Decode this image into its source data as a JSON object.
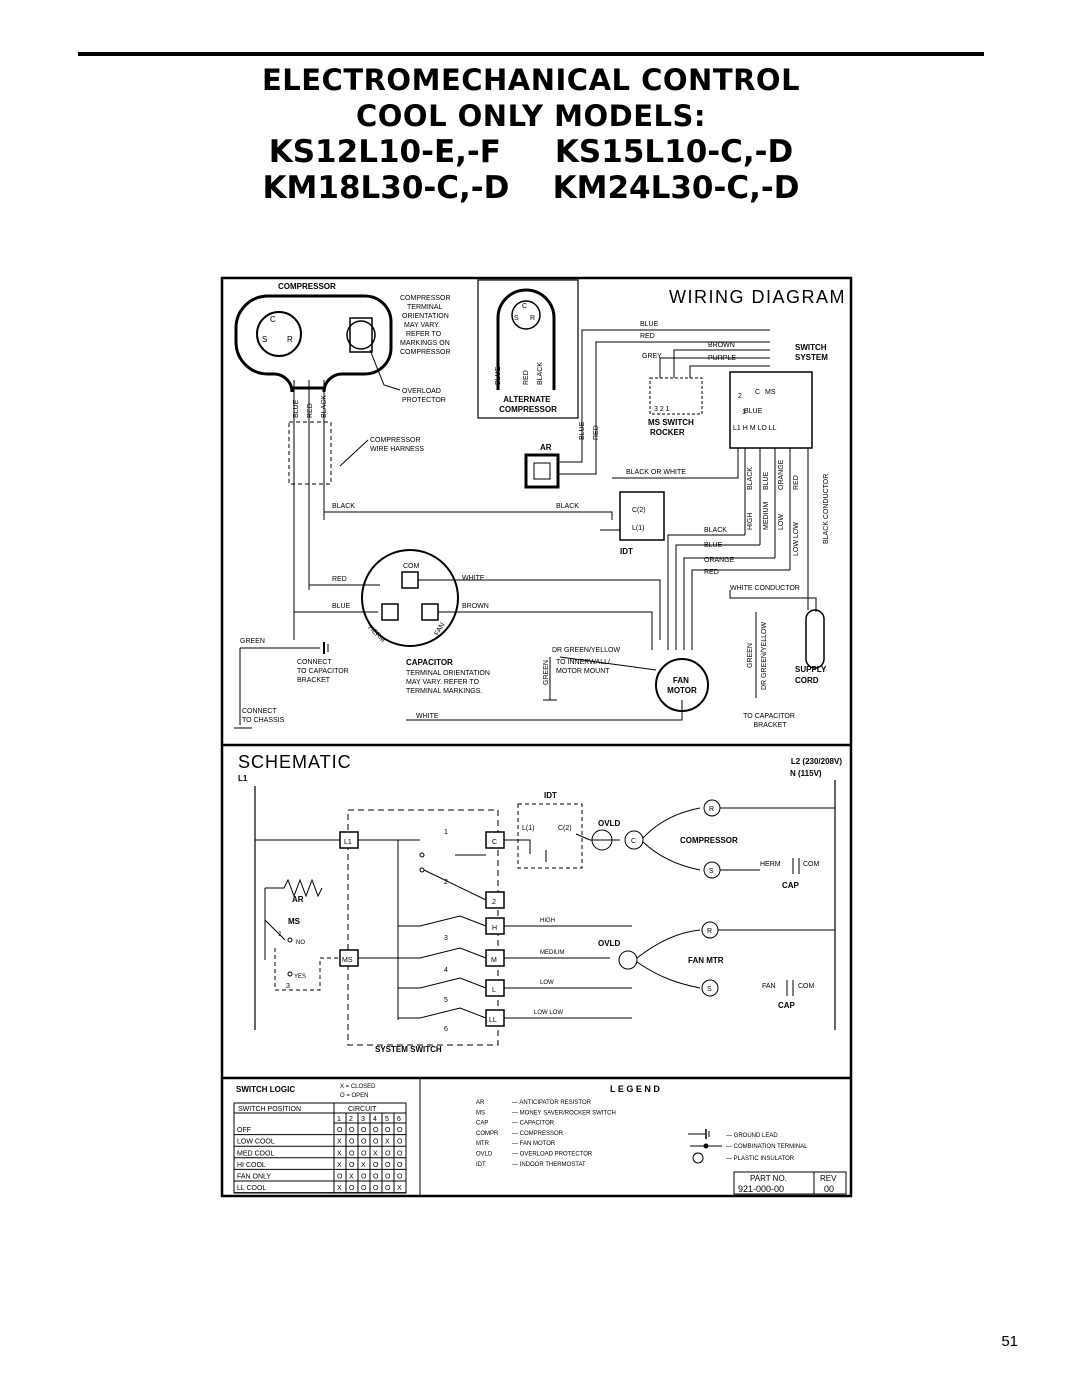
{
  "header": {
    "line1": "ELECTROMECHANICAL CONTROL",
    "line2": "COOL ONLY MODELS:",
    "line3": "KS12L10-E,-F     KS15L10-C,-D",
    "line4": "KM18L30-C,-D    KM24L30-C,-D"
  },
  "wiring": {
    "title": "WIRING DIAGRAM",
    "compressor": "COMPRESSOR",
    "comp_note": [
      "COMPRESSOR",
      "TERMINAL",
      "ORIENTATION",
      "MAY VARY.",
      "REFER TO",
      "MARKINGS ON",
      "COMPRESSOR"
    ],
    "overload": [
      "OVERLOAD",
      "PROTECTOR"
    ],
    "harness": [
      "COMPRESSOR",
      "WIRE HARNESS"
    ],
    "alt": [
      "ALTERNATE",
      "COMPRESSOR"
    ],
    "ar": "AR",
    "ms_switch": [
      "MS SWITCH",
      "ROCKER"
    ],
    "switch_system": [
      "SWITCH",
      "SYSTEM"
    ],
    "idt": "IDT",
    "c2": "C(2)",
    "l1": "L(1)",
    "capacitor": "CAPACITOR",
    "cap_note": [
      "TERMINAL ORIENTATION",
      "MAY VARY. REFER TO",
      "TERMINAL MARKINGS."
    ],
    "com": "COM",
    "herm": "HERM",
    "fan": "FAN",
    "fan_motor": [
      "FAN",
      "MOTOR"
    ],
    "supply": [
      "SUPPLY",
      "CORD"
    ],
    "connect_cap": [
      "CONNECT",
      "TO CAPACITOR",
      "BRACKET"
    ],
    "connect_chassis": [
      "CONNECT",
      "TO CHASSIS"
    ],
    "to_cap": [
      "TO CAPACITOR",
      "BRACKET"
    ],
    "innerwall": [
      "TO INNERWALL/",
      "MOTOR MOUNT"
    ],
    "white_conductor": "WHITE CONDUCTOR",
    "black_conductor": "BLACK CONDUCTOR",
    "wire": {
      "blue": "BLUE",
      "red": "RED",
      "black": "BLACK",
      "white": "WHITE",
      "brown": "BROWN",
      "green": "GREEN",
      "grey": "GREY",
      "purple": "PURPLE",
      "orange": "ORANGE",
      "black_or_white": "BLACK OR WHITE",
      "dr_green_yellow": "DR GREEN/YELLOW",
      "high": "HIGH",
      "medium": "MEDIUM",
      "low": "LOW",
      "low_low": "LOW LOW"
    },
    "switch_terms": "L1  H  M  LO  LL",
    "ms_terms": "3   2   1",
    "c_term": "C",
    "s_term": "S",
    "r_term": "R",
    "ms_term": "MS",
    "two": "2",
    "one": "1"
  },
  "schematic": {
    "title": "SCHEMATIC",
    "l1": "L1",
    "l2": "L2 (230/208V)",
    "n": "N (115V)",
    "idt": "IDT",
    "idt_l1": "L(1)",
    "idt_c2": "C(2)",
    "ovld": "OVLD",
    "compressor": "COMPRESSOR",
    "herm": "HERM",
    "com": "COM",
    "cap": "CAP",
    "fan": "FAN",
    "fan_mtr": "FAN MTR",
    "ar": "AR",
    "ms": "MS",
    "no": "NO",
    "yes": "YES",
    "system_switch": "SYSTEM SWITCH",
    "boxes": [
      "L1",
      "C",
      "2",
      "H",
      "M",
      "L",
      "LL",
      "MS"
    ],
    "nums": [
      "1",
      "2",
      "3",
      "4",
      "5",
      "6",
      "1",
      "3"
    ],
    "speeds": [
      "HIGH",
      "MEDIUM",
      "LOW",
      "LOW LOW"
    ],
    "rsc": [
      "R",
      "C",
      "S",
      "R",
      "S"
    ]
  },
  "switch_logic": {
    "title": "SWITCH LOGIC",
    "closed": "X = CLOSED",
    "open": "O = OPEN",
    "position_header": "SWITCH POSITION",
    "circuit_header": "CIRCUIT",
    "circuits": [
      "1",
      "2",
      "3",
      "4",
      "5",
      "6"
    ],
    "rows": [
      {
        "label": "OFF",
        "cells": [
          "O",
          "O",
          "O",
          "O",
          "O",
          "O"
        ]
      },
      {
        "label": "LOW COOL",
        "cells": [
          "X",
          "O",
          "O",
          "O",
          "X",
          "O"
        ]
      },
      {
        "label": "MED COOL",
        "cells": [
          "X",
          "O",
          "O",
          "X",
          "O",
          "O"
        ]
      },
      {
        "label": "HI COOL",
        "cells": [
          "X",
          "O",
          "X",
          "O",
          "O",
          "O"
        ]
      },
      {
        "label": "FAN ONLY",
        "cells": [
          "O",
          "X",
          "O",
          "O",
          "O",
          "O"
        ]
      },
      {
        "label": "LL COOL",
        "cells": [
          "X",
          "O",
          "O",
          "O",
          "O",
          "X"
        ]
      }
    ]
  },
  "legend": {
    "title": "L E G E N D",
    "items": [
      {
        "code": "AR",
        "desc": "— ANTICIPATOR RESISTOR"
      },
      {
        "code": "MS",
        "desc": "— MONEY SAVER/ROCKER SWITCH"
      },
      {
        "code": "CAP",
        "desc": "— CAPACITOR"
      },
      {
        "code": "COMPR",
        "desc": "— COMPRESSOR"
      },
      {
        "code": "MTR",
        "desc": "— FAN MOTOR"
      },
      {
        "code": "OVLD",
        "desc": "— OVERLOAD PROTECTOR"
      },
      {
        "code": "IDT",
        "desc": "— INDOOR THERMOSTAT"
      }
    ],
    "symbols": [
      "— GROUND LEAD",
      "— COMBINATION TERMINAL",
      "— PLASTIC INSULATOR"
    ],
    "part_no_label": "PART NO.",
    "rev_label": "REV",
    "part_no": "921-000-00",
    "rev": "00"
  },
  "page_number": "51"
}
